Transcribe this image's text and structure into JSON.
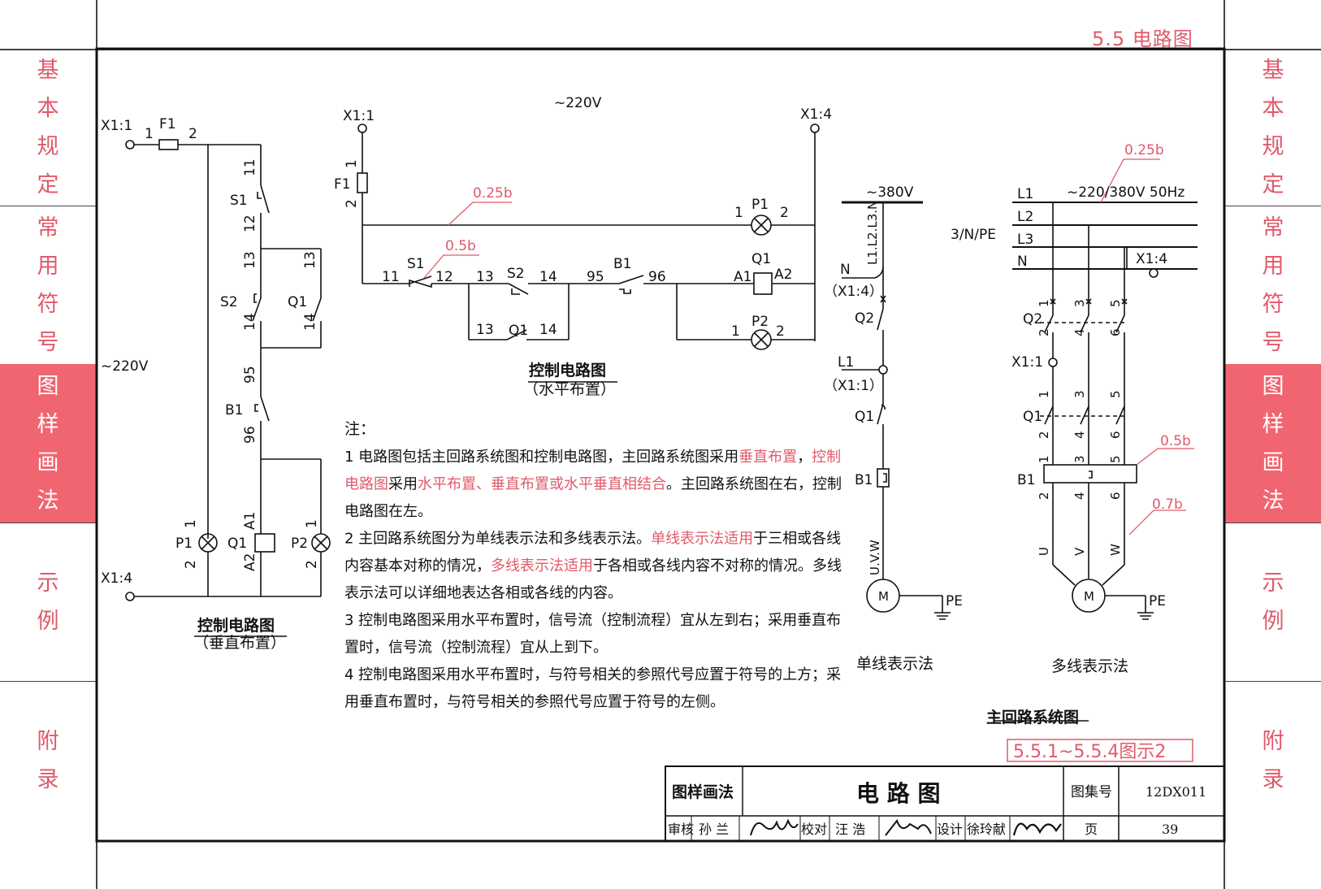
{
  "header": {
    "section": "5.5 电路图"
  },
  "sidebar": {
    "sections": [
      {
        "label": "基本规定",
        "active": false
      },
      {
        "label": "常用符号",
        "active": false
      },
      {
        "label": "图样画法",
        "active": true
      },
      {
        "label": "示例",
        "active": false
      },
      {
        "label": "附录",
        "active": false
      }
    ]
  },
  "colors": {
    "accent": "#e05a6a",
    "active_bg": "#f06570",
    "line": "#111111"
  },
  "vertical_control": {
    "title": "控制电路图",
    "subtitle": "（垂直布置）",
    "voltage": "~220V",
    "terminal_top": "X1:1",
    "terminal_bottom": "X1:4",
    "fuse": "F1",
    "fuse_pin1": "1",
    "fuse_pin2": "2",
    "s1": "S1",
    "s1_pin1": "11",
    "s1_pin2": "12",
    "s2": "S2",
    "s2_pin1": "13",
    "s2_pin2": "14",
    "q1_contact": "Q1",
    "q1_pin1": "13",
    "q1_pin2": "14",
    "b1": "B1",
    "b1_pin1": "95",
    "b1_pin2": "96",
    "p1": "P1",
    "p1_pin1": "1",
    "p1_pin2": "2",
    "q1_coil": "Q1",
    "coil_a1": "A1",
    "coil_a2": "A2",
    "p2": "P2",
    "p2_pin1": "1",
    "p2_pin2": "2"
  },
  "horizontal_control": {
    "title": "控制电路图",
    "subtitle": "（水平布置）",
    "voltage": "~220V",
    "terminal_left": "X1:1",
    "terminal_right": "X1:4",
    "fuse": "F1",
    "fuse_pin1": "1",
    "fuse_pin2": "2",
    "line_width_1": "0.25b",
    "line_width_2": "0.5b",
    "p1": "P1",
    "p1_pin1": "1",
    "p1_pin2": "2",
    "s1": "S1",
    "s1_pin1": "11",
    "s1_pin2": "12",
    "s2": "S2",
    "s2_pin1": "13",
    "s2_pin2": "14",
    "b1": "B1",
    "b1_pin1": "95",
    "b1_pin2": "96",
    "q1_coil": "Q1",
    "coil_a1": "A1",
    "coil_a2": "A2",
    "q1_contact": "Q1",
    "q1_pin1": "13",
    "q1_pin2": "14",
    "p2": "P2",
    "p2_pin1": "1",
    "p2_pin2": "2"
  },
  "single_line": {
    "title": "单线表示法",
    "voltage": "~380V",
    "bus_label": "L1.L2.L3.N",
    "n_label": "N",
    "n_terminal": "（X1:4）",
    "q2": "Q2",
    "l1_label": "L1",
    "l1_terminal": "（X1:1）",
    "q1": "Q1",
    "b1": "B1",
    "uvw": "U.V.W",
    "motor": "M",
    "pe": "PE"
  },
  "multi_line": {
    "title": "多线表示法",
    "voltage": "~220/380V 50Hz",
    "line_width_025": "0.25b",
    "line_width_05": "0.5b",
    "line_width_07": "0.7b",
    "system_label": "3/N/PE",
    "l1": "L1",
    "l2": "L2",
    "l3": "L3",
    "n": "N",
    "x14": "X1:4",
    "x11": "X1:1",
    "q2": "Q2",
    "q1": "Q1",
    "b1": "B1",
    "pins_top": [
      "1",
      "3",
      "5"
    ],
    "pins_bottom": [
      "2",
      "4",
      "6"
    ],
    "u": "U",
    "v": "V",
    "w": "W",
    "motor": "M",
    "pe": "PE"
  },
  "main_circuit_title": "主回路系统图",
  "figure_ref": "5.5.1~5.5.4图示2",
  "notes": {
    "heading": "注：",
    "lines": [
      [
        {
          "t": "1  电路图包括主回路系统图和控制电路图，主回路系统图采用"
        },
        {
          "t": "垂直布置",
          "r": true
        },
        {
          "t": "，"
        },
        {
          "t": "控制",
          "r": true
        }
      ],
      [
        {
          "t": "电路图",
          "r": true
        },
        {
          "t": "采用"
        },
        {
          "t": "水平布置、垂直布置或水平垂直相结合",
          "r": true
        },
        {
          "t": "。主回路系统图在右，控制"
        }
      ],
      [
        {
          "t": "电路图在左。"
        }
      ],
      [
        {
          "t": "2  主回路系统图分为单线表示法和多线表示法。"
        },
        {
          "t": "单线表示法适用",
          "r": true
        },
        {
          "t": "于三相或各线"
        }
      ],
      [
        {
          "t": "内容基本对称的情况，"
        },
        {
          "t": "多线表示法适用",
          "r": true
        },
        {
          "t": "于各相或各线内容不对称的情况。多线"
        }
      ],
      [
        {
          "t": "表示法可以详细地表达各相或各线的内容。"
        }
      ],
      [
        {
          "t": "3  控制电路图采用水平布置时，信号流（控制流程）宜从左到右；采用垂直布"
        }
      ],
      [
        {
          "t": "置时，信号流（控制流程）宜从上到下。"
        }
      ],
      [
        {
          "t": "4  控制电路图采用水平布置时，与符号相关的参照代号应置于符号的上方；采"
        }
      ],
      [
        {
          "t": "用垂直布置时，与符号相关的参照代号应置于符号的左侧。"
        }
      ]
    ]
  },
  "title_block": {
    "category": "图样画法",
    "title": "电 路 图",
    "atlas_label": "图集号",
    "atlas_no": "12DX011",
    "review_label": "审核",
    "reviewer": "孙 兰",
    "check_label": "校对",
    "checker": "汪 浩",
    "design_label": "设计",
    "designer": "徐玲献",
    "page_label": "页",
    "page_no": "39"
  }
}
